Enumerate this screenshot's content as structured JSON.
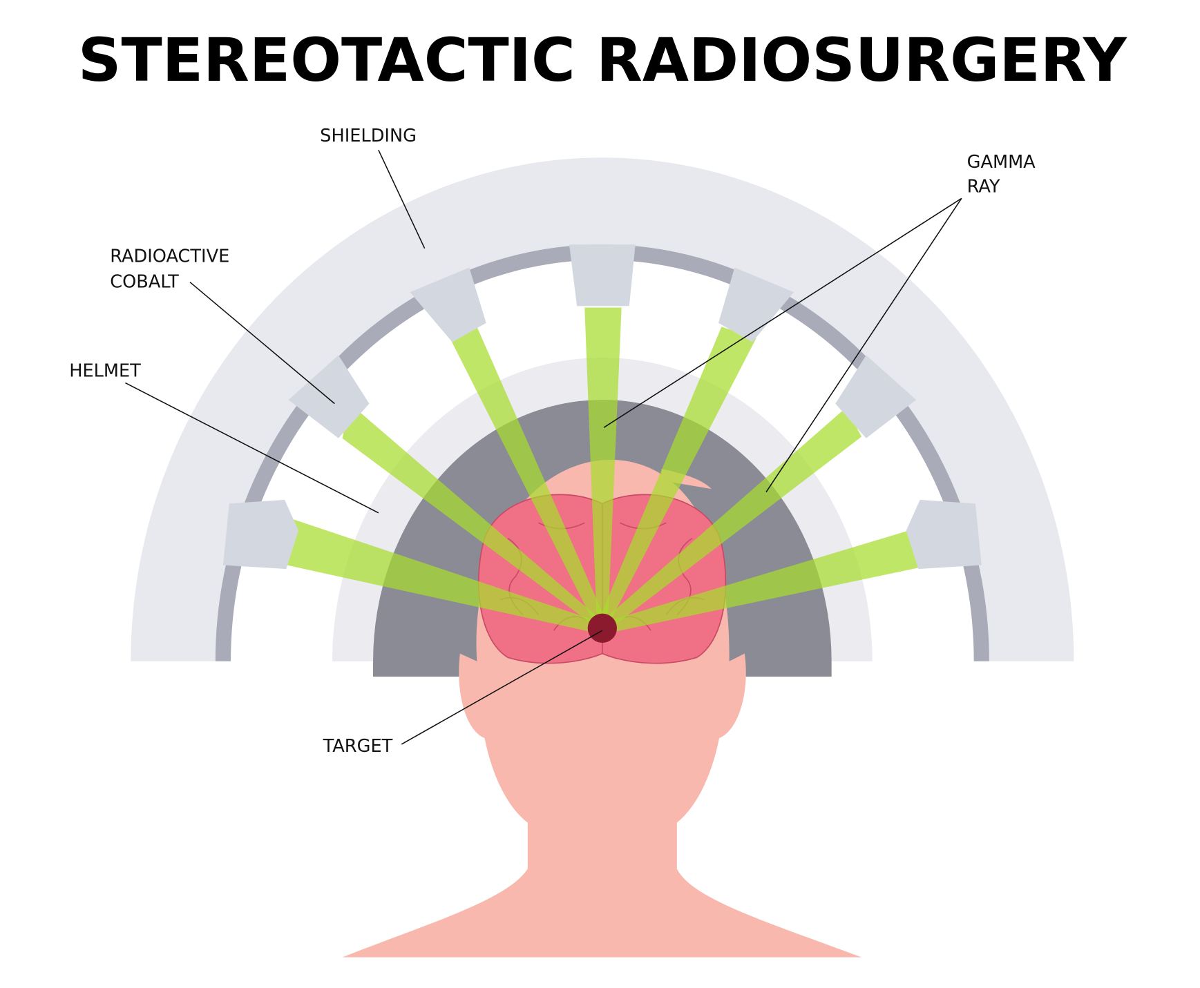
{
  "title": "STEREOTACTIC RADIOSURGERY",
  "labels": {
    "shielding": "SHIELDING",
    "gamma_ray_line1": "GAMMA",
    "gamma_ray_line2": "RAY",
    "radioactive_cobalt_line1": "RADIOACTIVE",
    "radioactive_cobalt_line2": "COBALT",
    "helmet": "HELMET",
    "target": "TARGET"
  },
  "colors": {
    "shielding": "#e8e9ee",
    "ring": "#a9acb8",
    "helmet_outer": "#ececf0",
    "helmet_inner": "#8a8b94",
    "skin": "#f9b8ae",
    "brain": "#f07086",
    "beam": "#a8dc2e",
    "collimator": "#d3d8e0",
    "target": "#8b1a2e"
  }
}
